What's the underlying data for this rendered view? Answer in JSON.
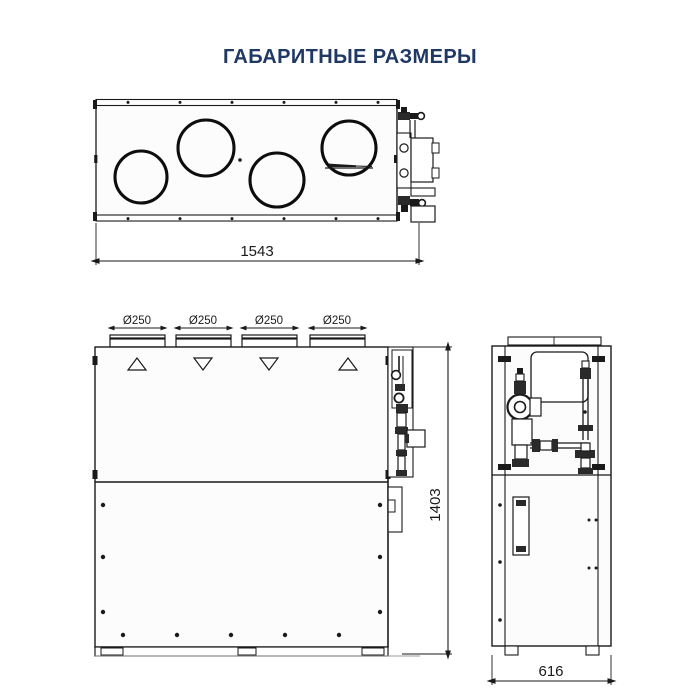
{
  "page": {
    "title": "ГАБАРИТНЫЕ РАЗМЕРЫ",
    "title_color": "#1f3864",
    "background": "#ffffff",
    "line_color": "#1a1a1a"
  },
  "views": {
    "top": {
      "name": "top-view",
      "dimension": {
        "label": "1543",
        "unit": "mm",
        "orientation": "horizontal"
      },
      "openings": [
        {
          "index": 1,
          "label": "opening-1"
        },
        {
          "index": 2,
          "label": "opening-2"
        },
        {
          "index": 3,
          "label": "opening-3"
        },
        {
          "index": 4,
          "label": "opening-4"
        }
      ]
    },
    "front": {
      "name": "front-view",
      "dimension": {
        "label": "1403",
        "unit": "mm",
        "orientation": "vertical"
      },
      "duct_labels": [
        "Ø250",
        "Ø250",
        "Ø250",
        "Ø250"
      ],
      "flow_arrows": [
        "up",
        "down",
        "down",
        "up"
      ]
    },
    "side": {
      "name": "side-view",
      "dimension": {
        "label": "616",
        "unit": "mm",
        "orientation": "horizontal"
      }
    }
  }
}
